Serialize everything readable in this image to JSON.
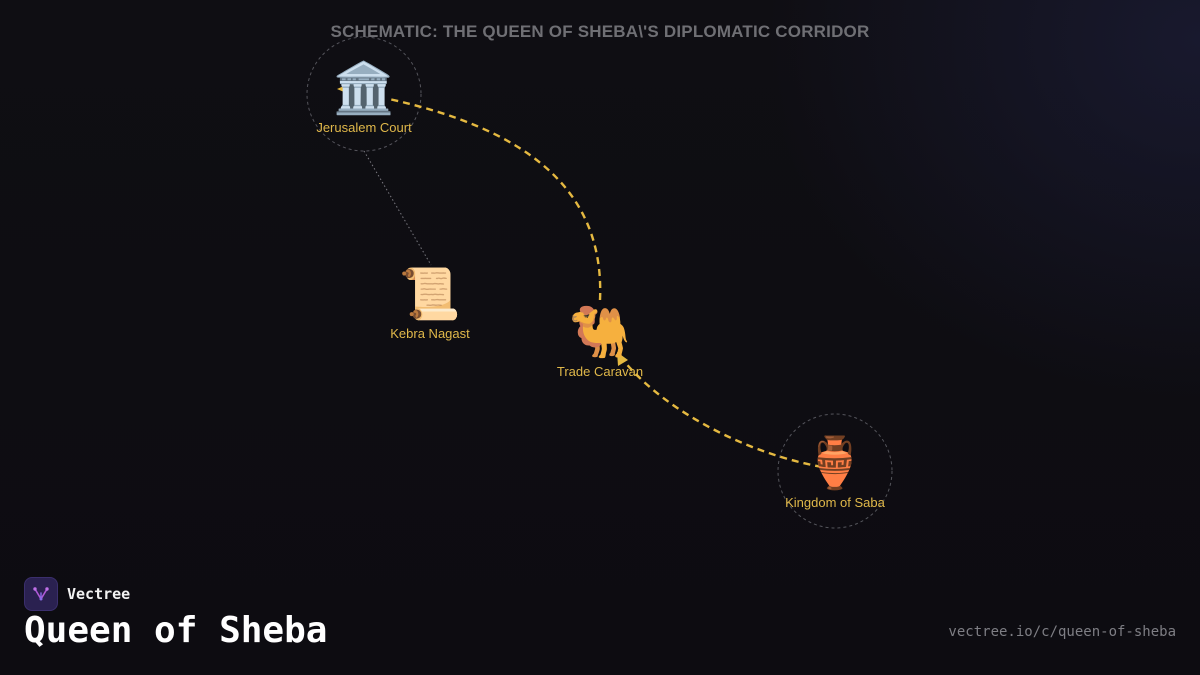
{
  "diagram": {
    "title": "SCHEMATIC: THE QUEEN OF SHEBA\\'S DIPLOMATIC CORRIDOR",
    "colors": {
      "accent": "#e5b941",
      "label": "#e0b84a",
      "ring": "#55555c",
      "connector": "#7a7a80"
    },
    "nodes": [
      {
        "id": "jerusalem",
        "icon": "classical-building-icon",
        "glyph": "🏛️",
        "label": "Jerusalem Court"
      },
      {
        "id": "kebra",
        "icon": "scroll-icon",
        "glyph": "📜",
        "label": "Kebra Nagast"
      },
      {
        "id": "caravan",
        "icon": "camel-icon",
        "glyph": "🐫",
        "label": "Trade Caravan"
      },
      {
        "id": "saba",
        "icon": "amphora-icon",
        "glyph": "🏺",
        "label": "Kingdom of Saba"
      }
    ],
    "edges": [
      {
        "from": "saba",
        "to": "caravan",
        "style": "dashed",
        "arrow": true
      },
      {
        "from": "caravan",
        "to": "jerusalem",
        "style": "dashed",
        "arrow": true
      },
      {
        "from": "jerusalem",
        "to": "kebra",
        "style": "dotted",
        "arrow": false
      }
    ]
  },
  "brand": {
    "name": "Vectree",
    "logo_icon": "vectree-logo-icon"
  },
  "page": {
    "heading": "Queen of Sheba",
    "url": "vectree.io/c/queen-of-sheba"
  }
}
